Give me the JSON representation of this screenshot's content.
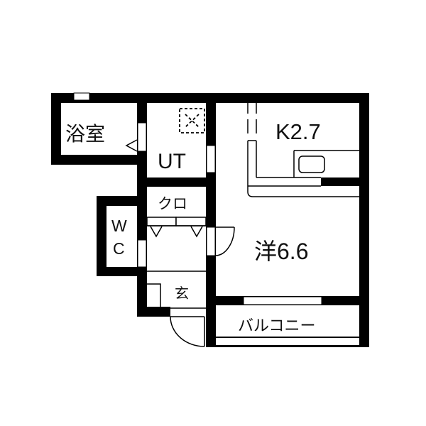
{
  "floor_plan": {
    "colors": {
      "wall": "#000000",
      "background": "#ffffff",
      "line": "#111111"
    },
    "rooms": [
      {
        "id": "bath",
        "label": "浴室"
      },
      {
        "id": "utility",
        "label": "UT"
      },
      {
        "id": "kitchen",
        "label": "K2.7"
      },
      {
        "id": "closet",
        "label": "クロ"
      },
      {
        "id": "toilet",
        "label_line1": "W",
        "label_line2": "C"
      },
      {
        "id": "western_room",
        "label": "洋6.6"
      },
      {
        "id": "entrance",
        "label": "玄"
      },
      {
        "id": "balcony",
        "label": "バルコニー"
      }
    ],
    "fixtures": [
      "washing-machine-space",
      "kitchen-sink",
      "kitchen-counter",
      "closet-folding-doors",
      "entrance-door",
      "room-door",
      "windows"
    ]
  }
}
